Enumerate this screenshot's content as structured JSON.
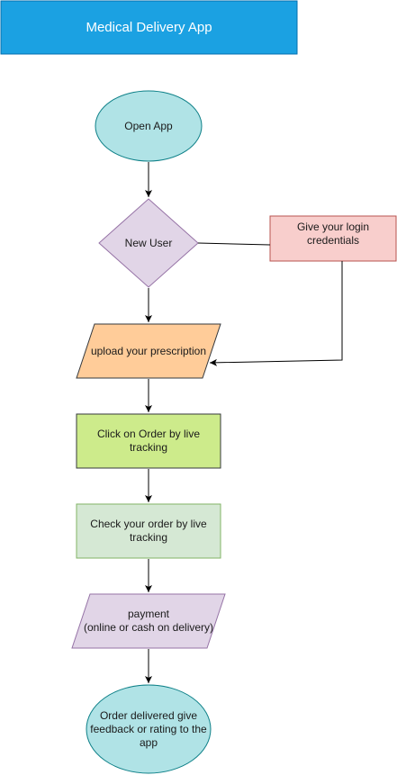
{
  "title": "Medical Delivery App",
  "nodes": {
    "open_app": {
      "label": "Open App"
    },
    "new_user": {
      "label": "New User"
    },
    "login": {
      "label": "Give your login\ncredentials"
    },
    "upload": {
      "label": "upload your prescription"
    },
    "click_order": {
      "label": "Click on Order by live\ntracking"
    },
    "check_order": {
      "label": "Check your order by live\ntracking"
    },
    "payment": {
      "label": "payment\n(online or cash on delivery)"
    },
    "delivered": {
      "label": "Order delivered give\nfeedback or rating to the\napp"
    }
  },
  "colors": {
    "title_fill": "#1ba1e2",
    "title_stroke": "#006eaf",
    "open_app_fill": "#b0e3e6",
    "open_app_stroke": "#0e8088",
    "new_user_fill": "#e1d5e7",
    "new_user_stroke": "#9673a6",
    "login_fill": "#f8cecc",
    "login_stroke": "#b85450",
    "upload_fill": "#ffcc99",
    "upload_stroke": "#36393d",
    "click_order_fill": "#cdeb8b",
    "click_order_stroke": "#36393d",
    "check_order_fill": "#d5e8d4",
    "check_order_stroke": "#82b366",
    "payment_fill": "#e1d5e7",
    "payment_stroke": "#9673a6",
    "delivered_fill": "#b0e3e6",
    "delivered_stroke": "#0e8088",
    "edge": "#000000"
  }
}
